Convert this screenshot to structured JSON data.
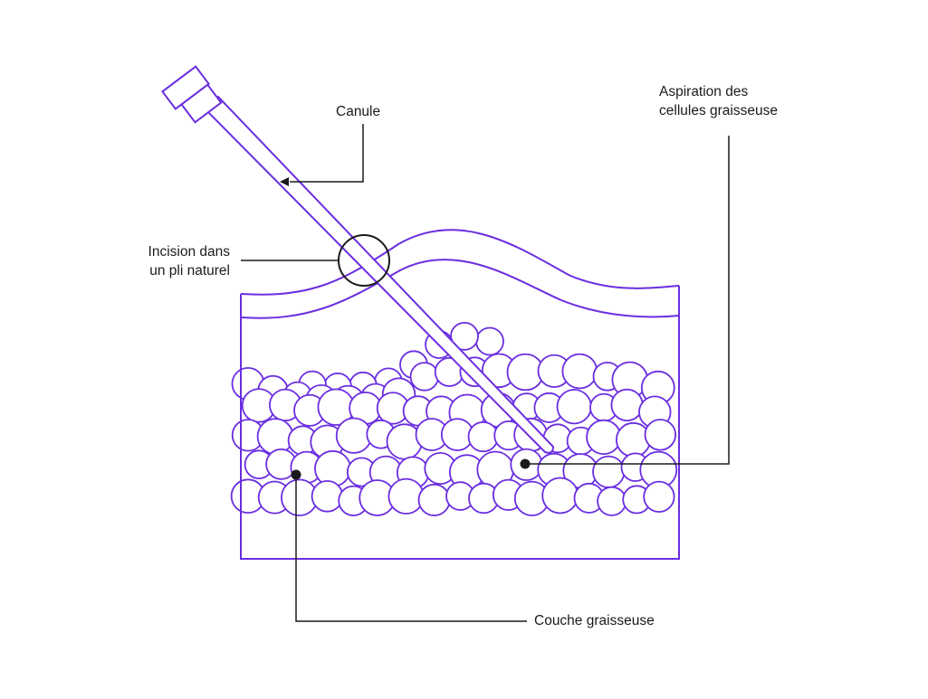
{
  "colors": {
    "tissue": "#6a2ee0",
    "annotation": "#1a1a1a",
    "background": "#ffffff"
  },
  "labels": {
    "canule": "Canule",
    "aspiration": [
      "Aspiration des",
      "cellules graisseuse"
    ],
    "incision": [
      "Incision dans",
      "un pli naturel"
    ],
    "couche": "Couche graisseuse"
  }
}
